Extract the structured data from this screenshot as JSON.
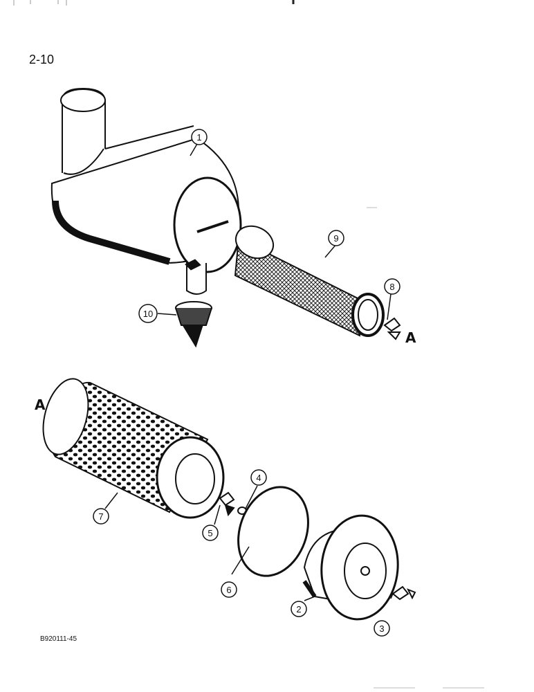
{
  "page_number": "2-10",
  "figure_code": "B920111-45",
  "view_markers": {
    "a1": "A",
    "a2": "A"
  },
  "callouts": [
    {
      "id": "1",
      "label": "1"
    },
    {
      "id": "2",
      "label": "2"
    },
    {
      "id": "3",
      "label": "3"
    },
    {
      "id": "4",
      "label": "4"
    },
    {
      "id": "5",
      "label": "5"
    },
    {
      "id": "6",
      "label": "6"
    },
    {
      "id": "7",
      "label": "7"
    },
    {
      "id": "8",
      "label": "8"
    },
    {
      "id": "9",
      "label": "9"
    },
    {
      "id": "10",
      "label": "10"
    }
  ],
  "parts": [
    {
      "callout": "1",
      "icon": "air-cleaner-housing-icon"
    },
    {
      "callout": "2",
      "icon": "end-cover-icon"
    },
    {
      "callout": "3",
      "icon": "wing-nut-icon"
    },
    {
      "callout": "4",
      "icon": "washer-icon"
    },
    {
      "callout": "5",
      "icon": "wing-nut-icon"
    },
    {
      "callout": "6",
      "icon": "seal-ring-icon"
    },
    {
      "callout": "7",
      "icon": "outer-filter-element-icon"
    },
    {
      "callout": "8",
      "icon": "wing-nut-icon"
    },
    {
      "callout": "9",
      "icon": "inner-filter-element-icon"
    },
    {
      "callout": "10",
      "icon": "dust-valve-icon"
    }
  ]
}
